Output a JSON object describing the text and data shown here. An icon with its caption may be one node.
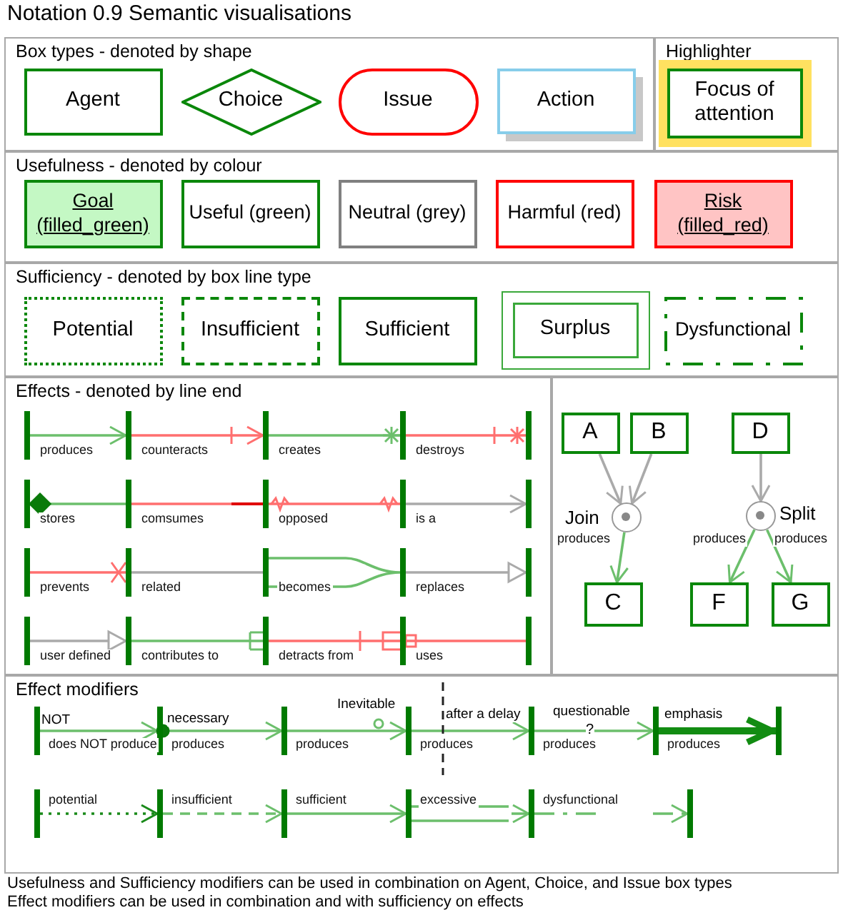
{
  "diagram": {
    "title": "Notation 0.9 Semantic visualisations",
    "nodes": [
      {
        "text": [
          "Box types - denoted by shape"
        ]
      },
      {
        "text": [
          "Agent"
        ],
        "in": 0
      },
      {
        "text": [
          "Choice"
        ],
        "in": 0
      },
      {
        "text": [
          "Issue"
        ],
        "in": 0
      },
      {
        "text": [
          "Action"
        ],
        "in": 0
      },
      {
        "text": [
          "Highlighter"
        ]
      },
      {
        "text": [
          "Focus of attention"
        ],
        "in": 5
      },
      {
        "text": [
          "Usefulness - denoted by colour"
        ]
      },
      {
        "text": [
          "Goal (filled_green)"
        ],
        "in": 7
      },
      {
        "text": [
          "Useful (green)"
        ],
        "in": 7
      },
      {
        "text": [
          "Neutral (grey)"
        ],
        "in": 7
      },
      {
        "text": [
          "Harmful (red)"
        ],
        "in": 7
      },
      {
        "text": [
          "Risk (filled_red)"
        ],
        "in": 7
      },
      {
        "text": [
          "Sufficiency - denoted by box line type"
        ]
      },
      {
        "text": [
          "Potential"
        ],
        "in": 13
      },
      {
        "text": [
          "Insufficient"
        ],
        "in": 13
      },
      {
        "text": [
          "Sufficient"
        ],
        "in": 13
      },
      {
        "text": [
          "Surplus"
        ],
        "in": 13
      },
      {
        "text": [
          "Dysfunctional"
        ],
        "in": 13
      },
      {
        "text": [
          "Effects - denoted by line end"
        ]
      },
      {
        "text": [],
        "shape": "bar",
        "in": 19
      },
      {
        "text": [],
        "shape": "bar",
        "in": 19
      },
      {
        "text": [],
        "shape": "bar",
        "in": 19
      },
      {
        "text": [],
        "shape": "bar",
        "in": 19
      },
      {
        "text": [],
        "shape": "bar",
        "in": 19
      },
      {
        "text": [],
        "shape": "bar",
        "in": 19
      },
      {
        "text": [],
        "shape": "bar",
        "in": 19
      },
      {
        "text": [],
        "shape": "bar",
        "in": 19
      },
      {
        "text": [],
        "shape": "bar",
        "in": 19
      },
      {
        "text": [],
        "shape": "bar",
        "in": 19
      },
      {
        "text": [],
        "shape": "bar",
        "in": 19
      },
      {
        "text": [],
        "shape": "bar",
        "in": 19
      },
      {
        "text": [],
        "shape": "bar",
        "in": 19
      },
      {
        "text": [],
        "shape": "bar",
        "in": 19
      },
      {
        "text": [],
        "shape": "bar",
        "in": 19
      },
      {
        "text": [],
        "shape": "bar",
        "in": 19
      },
      {
        "text": [],
        "shape": "bar",
        "in": 19
      },
      {
        "text": [],
        "shape": "bar",
        "in": 19
      },
      {
        "text": [],
        "shape": "bar",
        "in": 19
      },
      {
        "text": [],
        "shape": "bar",
        "in": 19
      },
      {
        "text": [],
        "shape": "box"
      },
      {
        "text": [
          "A"
        ],
        "in": 40
      },
      {
        "text": [
          "B"
        ],
        "in": 40
      },
      {
        "text": [
          "D"
        ],
        "in": 40
      },
      {
        "text": [],
        "shape": "circle",
        "in": 40,
        "beside": [
          "Join"
        ]
      },
      {
        "text": [],
        "shape": "circle",
        "in": 40,
        "beside": [
          "Split"
        ]
      },
      {
        "text": [
          "C"
        ],
        "in": 40
      },
      {
        "text": [
          "F"
        ],
        "in": 40
      },
      {
        "text": [
          "G"
        ],
        "in": 40
      },
      {
        "text": [
          "Effect modifiers"
        ]
      },
      {
        "text": [],
        "shape": "bar",
        "in": 49
      },
      {
        "text": [],
        "shape": "bar",
        "in": 49
      },
      {
        "text": [],
        "shape": "bar",
        "in": 49
      },
      {
        "text": [],
        "shape": "bar",
        "in": 49
      },
      {
        "text": [],
        "shape": "bar",
        "in": 49
      },
      {
        "text": [],
        "shape": "bar",
        "in": 49
      },
      {
        "text": [],
        "shape": "bar",
        "in": 49
      },
      {
        "text": [],
        "shape": "bar",
        "in": 49
      },
      {
        "text": [],
        "shape": "bar",
        "in": 49
      },
      {
        "text": [],
        "shape": "bar",
        "in": 49
      },
      {
        "text": [],
        "shape": "bar",
        "in": 49
      },
      {
        "text": [],
        "shape": "bar",
        "in": 49
      },
      {
        "text": [],
        "shape": "bar",
        "in": 49
      }
    ],
    "edges": [
      {
        "from": 20,
        "to": 21,
        "arrow": "to",
        "label": "produces"
      },
      {
        "from": 21,
        "to": 22,
        "arrow": "to",
        "label": "counteracts",
        "color": "#ff6f6f"
      },
      {
        "from": 22,
        "to": 23,
        "arrow": "other",
        "label": "creates"
      },
      {
        "from": 23,
        "to": 24,
        "arrow": "other",
        "label": "destroys",
        "color": "#ff6f6f"
      },
      {
        "from": 25,
        "to": 26,
        "arrow": "other",
        "label": "stores"
      },
      {
        "from": 26,
        "to": 27,
        "arrow": "other",
        "label": "comsumes",
        "color": "#ff6f6f"
      },
      {
        "from": 27,
        "to": 28,
        "arrow": "other",
        "label": "opposed",
        "color": "#ff6f6f"
      },
      {
        "from": 28,
        "to": 29,
        "arrow": "to",
        "label": "is a",
        "color": "#aaaaaa"
      },
      {
        "from": 30,
        "to": 31,
        "arrow": "other",
        "label": "prevents",
        "color": "#ff6f6f"
      },
      {
        "from": 31,
        "to": 32,
        "arrow": "none",
        "label": "related",
        "color": "#aaaaaa"
      },
      {
        "from": 32,
        "to": 33,
        "arrow": "none",
        "label": "becomes"
      },
      {
        "from": 33,
        "to": 34,
        "arrow": "to",
        "label": "replaces",
        "color": "#aaaaaa"
      },
      {
        "from": 35,
        "to": 36,
        "arrow": "to",
        "label": "user defined",
        "color": "#aaaaaa"
      },
      {
        "from": 36,
        "to": 37,
        "arrow": "other",
        "label": "contributes to"
      },
      {
        "from": 37,
        "to": 38,
        "arrow": "other",
        "label": "detracts from",
        "color": "#ff6f6f"
      },
      {
        "from": 38,
        "to": 39,
        "arrow": "other",
        "label": "uses",
        "color": "#ff6f6f"
      },
      {
        "from": 41,
        "to": 44,
        "arrow": "to",
        "color": "#aaaaaa"
      },
      {
        "from": 42,
        "to": 44,
        "arrow": "to",
        "color": "#aaaaaa"
      },
      {
        "from": 44,
        "to": 46,
        "arrow": "to",
        "label": "produces"
      },
      {
        "from": 43,
        "to": 45,
        "arrow": "to",
        "color": "#aaaaaa"
      },
      {
        "from": 45,
        "to": 47,
        "arrow": "to",
        "label": "produces"
      },
      {
        "from": 45,
        "to": 48,
        "arrow": "to",
        "label": "produces"
      },
      {
        "from": 50,
        "to": 51,
        "arrow": "to",
        "label": "does NOT produce"
      },
      {
        "from": 51,
        "to": 52,
        "arrow": "to",
        "label": "produces"
      },
      {
        "from": 52,
        "to": 53,
        "arrow": "to",
        "label": "produces"
      },
      {
        "from": 53,
        "to": 54,
        "arrow": "to",
        "label": "produces"
      },
      {
        "from": 54,
        "to": 55,
        "arrow": "to",
        "label": "produces"
      },
      {
        "from": 55,
        "to": 56,
        "arrow": "to",
        "label": "produces",
        "style": "thick",
        "color": "#128c12"
      },
      {
        "from": 57,
        "to": 58,
        "arrow": "to",
        "label": "potential",
        "style": "dashed",
        "color": "#1a8a1a"
      },
      {
        "from": 58,
        "to": 59,
        "arrow": "to",
        "label": "insufficient",
        "style": "dashed"
      },
      {
        "from": 59,
        "to": 60,
        "arrow": "to",
        "label": "sufficient"
      },
      {
        "from": 60,
        "to": 61,
        "arrow": "to",
        "label": "excessive"
      },
      {
        "from": 61,
        "to": 62,
        "arrow": "to",
        "label": "dysfunctional",
        "style": "dashed"
      }
    ],
    "labels": [
      "NOT",
      "necessary",
      "Inevitable",
      "after a delay",
      "questionable",
      "emphasis",
      "?",
      "Usefulness and Sufficiency modifiers can be used in combination on Agent, Choice, and Issue box types",
      "Effect modifiers can be used in combination and with sufficiency on effects"
    ]
  }
}
